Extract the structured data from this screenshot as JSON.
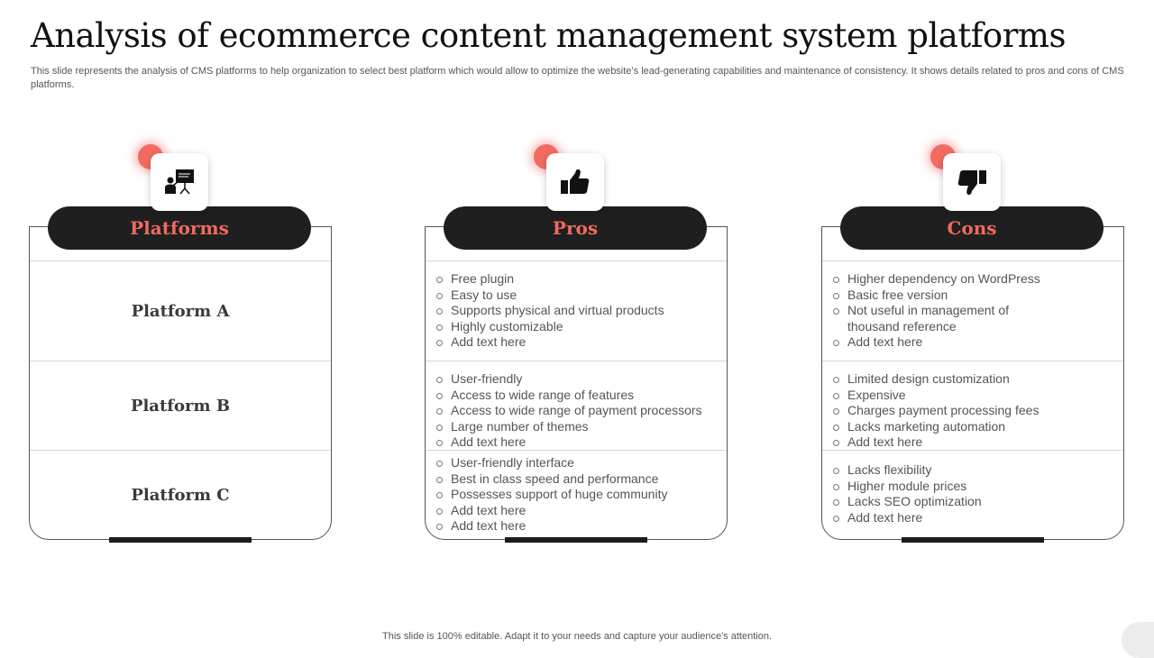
{
  "title": "Analysis of ecommerce content management system platforms",
  "subtitle": "This slide represents the analysis of CMS platforms to help organization to select best platform which would allow to optimize the website’s lead-generating capabilities and maintenance of consistency. It shows details related to pros and cons of CMS platforms.",
  "columns": {
    "platforms": {
      "header": "Platforms",
      "icon": "presentation-icon",
      "rows": [
        "Platform  A",
        "Platform B",
        "Platform C"
      ]
    },
    "pros": {
      "header": "Pros",
      "icon": "thumbs-up-icon",
      "rows": [
        [
          "Free plugin",
          "Easy to use",
          "Supports physical and virtual products",
          "Highly customizable",
          "Add text here"
        ],
        [
          "User-friendly",
          "Access to wide range of features",
          "Access to wide range of payment processors",
          "Large number of themes",
          "Add text here"
        ],
        [
          "User-friendly interface",
          "Best in class speed and performance",
          "Possesses  support of huge community",
          "Add text here",
          "Add text here"
        ]
      ]
    },
    "cons": {
      "header": "Cons",
      "icon": "thumbs-down-icon",
      "rows": [
        [
          "Higher dependency on WordPress",
          "Basic free version",
          "Not useful  in management of thousand reference",
          "Add text here"
        ],
        [
          "Limited design customization",
          "Expensive",
          "Charges payment processing fees",
          "Lacks marketing automation",
          "Add text here"
        ],
        [
          "Lacks flexibility",
          "Higher module prices",
          "Lacks SEO optimization",
          "Add text here"
        ]
      ]
    }
  },
  "footer": "This slide is 100% editable. Adapt it to your needs and capture your audience's attention.",
  "colors": {
    "accent": "#ee6a5f",
    "dot": "#f26b63",
    "dark": "#1f1f1f"
  }
}
